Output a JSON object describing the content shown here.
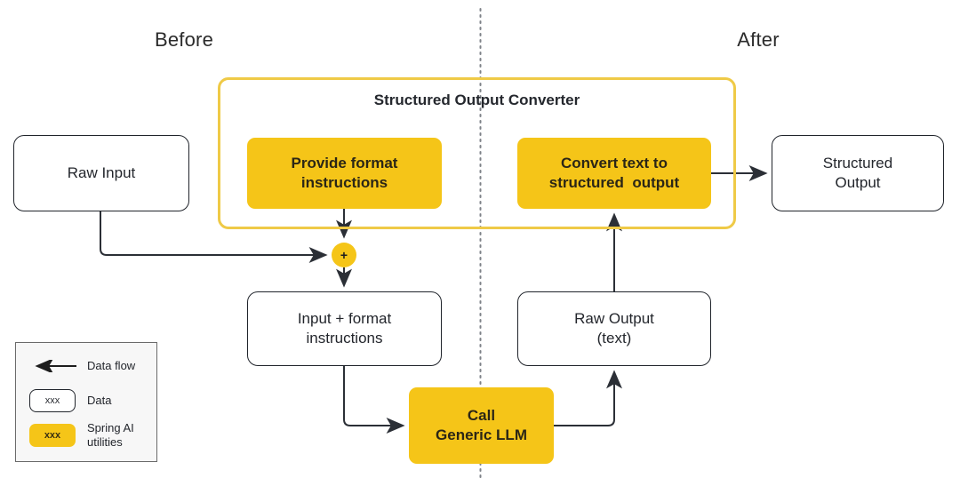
{
  "diagram": {
    "title_before": "Before",
    "title_after": "After",
    "divider": "vertical-dotted-divider"
  },
  "converter_group": {
    "label": "Structured Output Converter",
    "border_color": "#EFCA47"
  },
  "nodes": {
    "raw_input": {
      "label": "Raw Input",
      "type": "data"
    },
    "structured_output": {
      "line1": "Structured",
      "line2": "Output",
      "type": "data"
    },
    "provide_format": {
      "line1": "Provide format",
      "line2": "instructions",
      "type": "utility"
    },
    "convert_text": {
      "line1": "Convert text to",
      "line2": "structured  output",
      "type": "utility"
    },
    "input_format": {
      "line1": "Input + format",
      "line2": "instructions",
      "type": "data"
    },
    "raw_output": {
      "line1": "Raw Output",
      "line2": "(text)",
      "type": "data"
    },
    "call_llm": {
      "line1": "Call",
      "line2": "Generic LLM",
      "type": "utility"
    },
    "merge": {
      "label": "+",
      "type": "merge-junction"
    }
  },
  "legend": {
    "rows": [
      {
        "sample": "arrow",
        "label": "Data flow"
      },
      {
        "sample": "xxx",
        "label": "Data"
      },
      {
        "sample": "xxx",
        "label": "Spring AI utilities"
      }
    ],
    "data_sample_text": "xxx",
    "util_sample_text": "xxx",
    "flow_label": "Data flow",
    "data_label": "Data",
    "util_label": "Spring AI utilities"
  },
  "colors": {
    "accent_yellow": "#F5C518",
    "group_border": "#EFCA47",
    "stroke": "#2b2f36",
    "text": "#23262c",
    "legend_bg": "#f7f7f7"
  }
}
